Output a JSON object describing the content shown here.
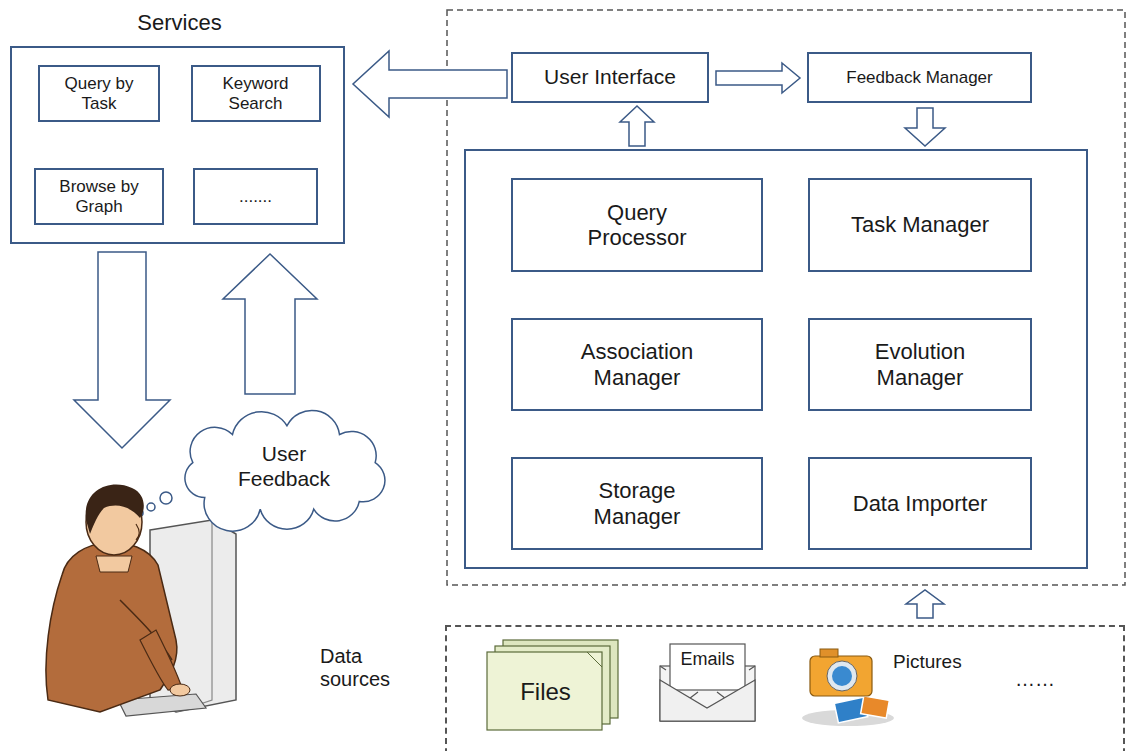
{
  "diagram": {
    "nodes": [
      {
        "text": [
          "Services"
        ]
      },
      {
        "text": [
          "Query by Task"
        ],
        "in": 0
      },
      {
        "text": [
          "Keyword Search"
        ],
        "in": 0
      },
      {
        "text": [
          "Browse by Graph"
        ],
        "in": 0
      },
      {
        "text": [
          "......."
        ],
        "in": 0
      },
      {
        "text": [
          "User Feedback"
        ]
      },
      {
        "text": [
          "User Interface"
        ]
      },
      {
        "text": [
          "Feedback Manager"
        ]
      },
      {
        "text": [
          "Query Processor"
        ]
      },
      {
        "text": [
          "Task Manager"
        ]
      },
      {
        "text": [
          "Association Manager"
        ]
      },
      {
        "text": [
          "Evolution Manager"
        ]
      },
      {
        "text": [
          "Storage Manager"
        ]
      },
      {
        "text": [
          "Data Importer"
        ]
      },
      {
        "text": [
          "Data sources"
        ]
      },
      {
        "text": [
          "Files"
        ],
        "in": 14
      },
      {
        "text": [
          "Emails"
        ],
        "in": 14
      }
    ],
    "edges": [
      {
        "from": 6,
        "to": 0,
        "arrow": "to"
      },
      {
        "from": 6,
        "to": 7,
        "arrow": "to"
      },
      {
        "from": 5,
        "to": 0,
        "arrow": "to"
      }
    ],
    "labels": [
      "Pictures",
      "……"
    ]
  }
}
